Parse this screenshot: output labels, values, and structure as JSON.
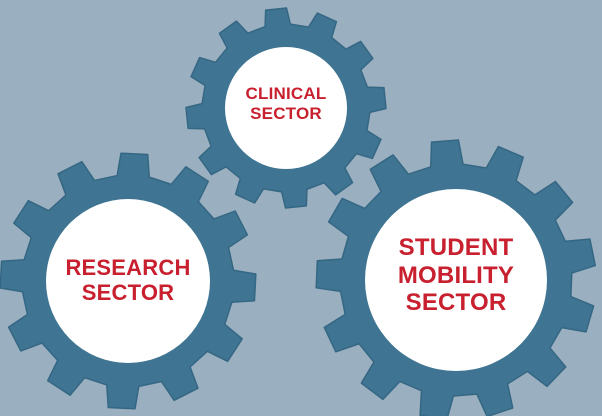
{
  "colors": {
    "background": "#9aafbf",
    "gear": "#3f7592",
    "gear_edge": "#356784",
    "hub": "#ffffff",
    "label": "#c8202f"
  },
  "gears": [
    {
      "id": "clinical",
      "icon": "gear-icon",
      "lines": [
        "CLINICAL",
        "SECTOR"
      ]
    },
    {
      "id": "research",
      "icon": "gear-icon",
      "lines": [
        "RESEARCH",
        "SECTOR"
      ]
    },
    {
      "id": "student",
      "icon": "gear-icon",
      "lines": [
        "STUDENT",
        "MOBILITY",
        "SECTOR"
      ]
    }
  ]
}
